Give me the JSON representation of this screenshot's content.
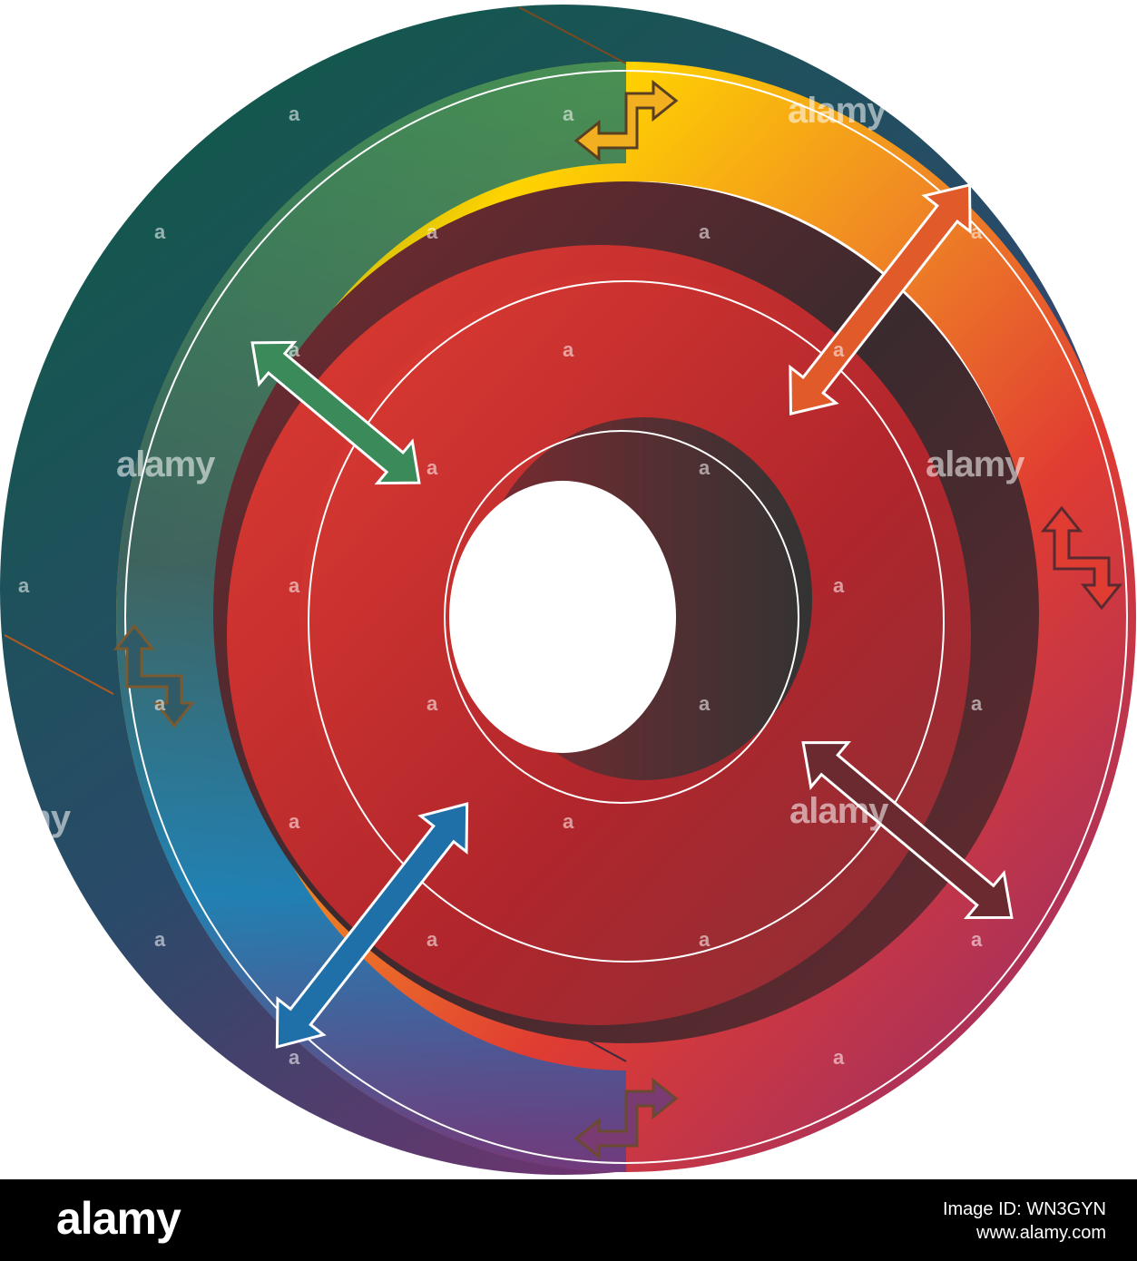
{
  "watermark": {
    "word": "alamy",
    "word_partial": "amy",
    "mark": "a"
  },
  "footer": {
    "logo": "alamy",
    "image_id": "Image ID: WN3GYN",
    "url": "www.alamy.com"
  },
  "colors": {
    "yellow": "#ffd400",
    "orange": "#f08a24",
    "red": "#e03c32",
    "deep_red": "#b0262c",
    "green": "#3a8a5a",
    "dark_green": "#0f5a48",
    "blue": "#0f7fbf",
    "purple": "#8a2a72",
    "maroon_side": "#5a2a30",
    "footer_bg": "#000000"
  },
  "icons": [
    "double-arrow-icon",
    "step-arrow-icon"
  ]
}
